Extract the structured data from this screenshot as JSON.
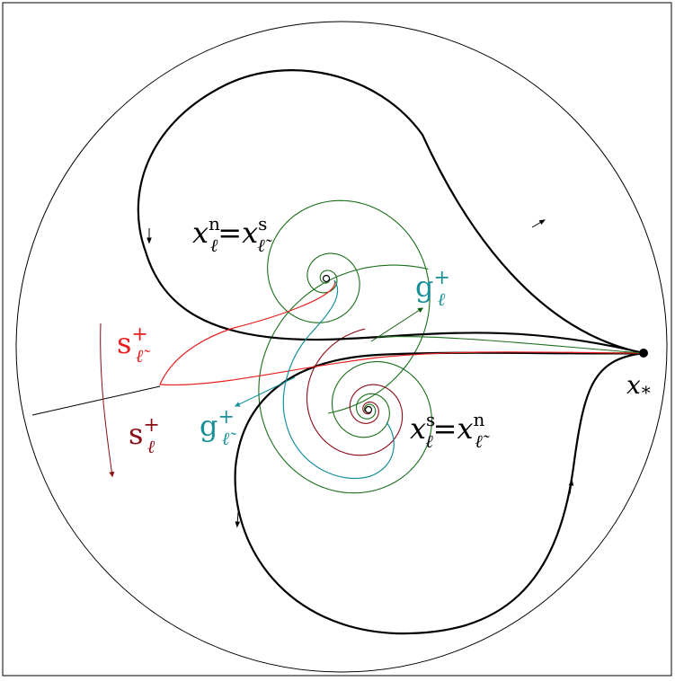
{
  "labels": {
    "x_star": {
      "base": "x",
      "sub": "*"
    },
    "upper_focus": {
      "left": "x",
      "left_sup": "n",
      "left_sub": "ℓ",
      "eq": "=",
      "right": "x",
      "right_sup": "s",
      "right_sub": "ℓ̃"
    },
    "lower_focus": {
      "left": "x",
      "left_sup": "s",
      "left_sub": "ℓ",
      "eq": "=",
      "right": "x",
      "right_sup": "n",
      "right_sub": "ℓ̃"
    },
    "g_ell_plus": {
      "base": "g",
      "sup": "+",
      "sub": "ℓ"
    },
    "g_tilde_ell_plus": {
      "base": "g",
      "sup": "+",
      "sub": "ℓ̃"
    },
    "s_tilde_ell_plus": {
      "base": "s",
      "sup": "+",
      "sub": "ℓ̃"
    },
    "s_ell_plus": {
      "base": "s",
      "sup": "+",
      "sub": "ℓ"
    }
  },
  "colors": {
    "black": "#000000",
    "green": "#1a6e1a",
    "red": "#e8201f",
    "darkred": "#8b0a14",
    "teal": "#17909a",
    "darkgreen": "#0f5a0f"
  }
}
